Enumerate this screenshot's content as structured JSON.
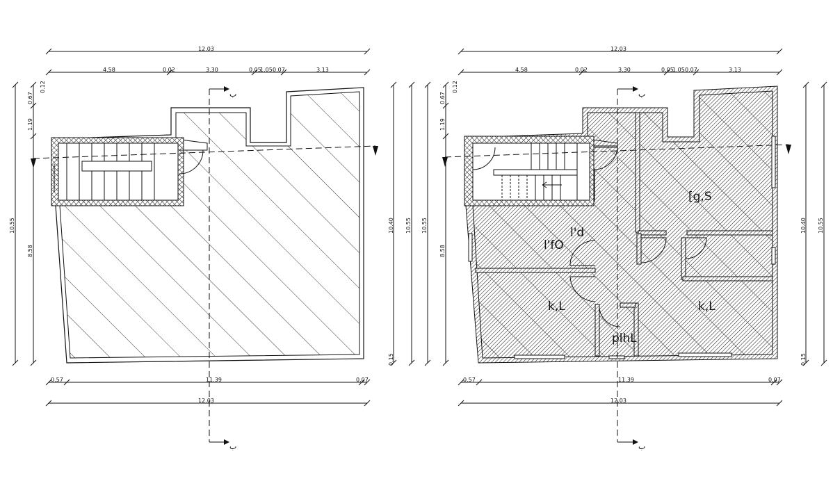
{
  "plans": [
    {
      "id": "left",
      "dims_top": {
        "overall": "12.03",
        "segments": [
          "4.58",
          "0.02",
          "3.30",
          "0.05",
          "1.05",
          "0.07",
          "3.13"
        ]
      },
      "dims_bottom": {
        "overall": "12.03",
        "segments": [
          "0.57",
          "11.39",
          "0.07"
        ]
      },
      "dims_left": [
        "0.12",
        "0.67",
        "1.19",
        "8.58",
        "10.55"
      ],
      "dims_right": [
        "10.40",
        "10.55",
        "0.15"
      ],
      "section_marks": [
        "ب",
        "ب"
      ],
      "rooms": []
    },
    {
      "id": "right",
      "dims_top": {
        "overall": "12.03",
        "segments": [
          "4.58",
          "0.02",
          "3.30",
          "0.05",
          "1.05",
          "0.07",
          "3.13"
        ]
      },
      "dims_bottom": {
        "overall": "12.03",
        "segments": [
          "0.57",
          "11.39",
          "0.07"
        ]
      },
      "dims_left": [
        "0.12",
        "0.67",
        "1.19",
        "8.58",
        "10.55"
      ],
      "dims_right": [
        "10.40",
        "10.55",
        "0.15"
      ],
      "section_marks": [
        "ب",
        "ب"
      ],
      "rooms": [
        "[g,S",
        "l'd",
        "l'fO",
        "k,L",
        "k,L",
        "plhL"
      ]
    }
  ]
}
